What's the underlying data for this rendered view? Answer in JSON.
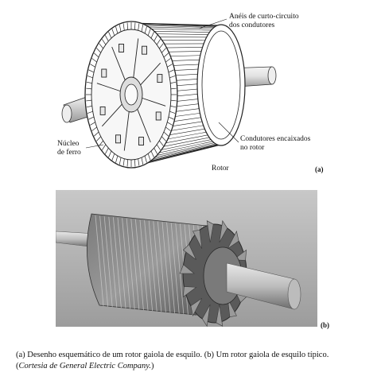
{
  "figure_a": {
    "label_rings": "Anéis de curto-circuito",
    "label_rings_2": "dos condutores",
    "label_conductors": "Condutores encaixados",
    "label_conductors_2": "no rotor",
    "label_core": "Núcleo",
    "label_core_2": "de ferro",
    "label_rotor": "Rotor",
    "tag": "(a)"
  },
  "figure_b": {
    "tag": "(b)"
  },
  "caption": {
    "line1": "(a) Desenho esquemático de um rotor gaiola de esquilo. (b) Um rotor gaiola de esquilo típico.",
    "line2_italic": "Cortesia de General Electric Company.",
    "line2_open": "(",
    "line2_close": ")"
  }
}
